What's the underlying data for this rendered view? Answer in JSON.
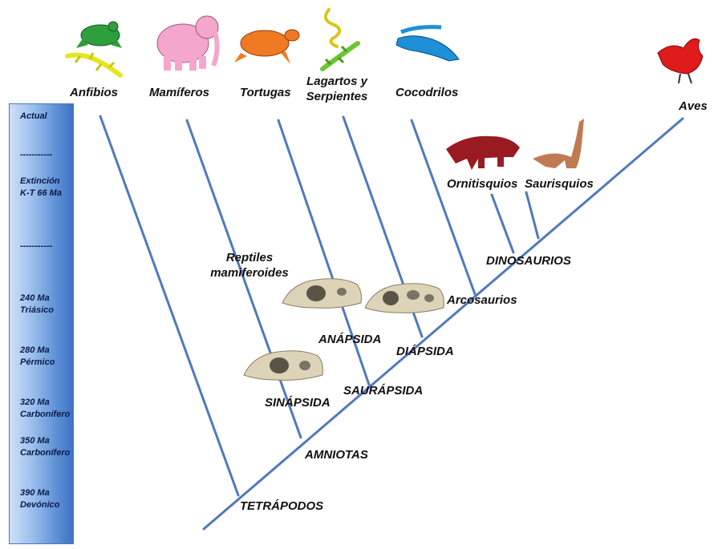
{
  "timeline": {
    "items": [
      {
        "text": "Actual"
      },
      {
        "text": "-----------"
      },
      {
        "text": "Extinción\nK-T 66 Ma"
      },
      {
        "text": "-----------"
      },
      {
        "text": "240 Ma\nTriásico"
      },
      {
        "text": "280 Ma\nPérmico"
      },
      {
        "text": "320 Ma\nCarbonífero"
      },
      {
        "text": "350 Ma\nCarbonífero"
      },
      {
        "text": "390 Ma\nDevónico"
      }
    ]
  },
  "taxa": {
    "anfibios": "Anfibios",
    "mamiferos": "Mamíferos",
    "tortugas": "Tortugas",
    "lagartos": "Lagartos y\nSerpientes",
    "cocodrilos": "Cocodrilos",
    "aves": "Aves",
    "ornitisquios": "Ornitisquios",
    "saurisquios": "Saurisquios"
  },
  "clades": {
    "tetrapodos": "TETRÁPODOS",
    "amniotas": "AMNIOTAS",
    "sinapsida": "SINÁPSIDA",
    "saurapsida": "SAURÁPSIDA",
    "anapsida": "ANÁPSIDA",
    "diapsida": "DIÁPSIDA",
    "arcosaurios": "Arcosaurios",
    "dinosaurios": "DINOSAURIOS",
    "reptiles_mamiferoides": "Reptiles\nmamiferoides"
  },
  "colors": {
    "branch": "#4f79bd",
    "frog": "#2f9e3c",
    "salamander": "#e6e61e",
    "elephant": "#f4a6cc",
    "turtle": "#f07a22",
    "snake": "#d8c61a",
    "lizard": "#6cc531",
    "crocodile": "#1e8fd8",
    "rooster": "#e01b1b",
    "triceratops": "#9a1a22",
    "sauropod": "#c07a52",
    "skull": "#ddd3b8"
  },
  "icons": [
    "frog-icon",
    "salamander-icon",
    "elephant-icon",
    "turtle-icon",
    "snake-icon",
    "lizard-icon",
    "crocodile-icon",
    "rooster-icon",
    "triceratops-icon",
    "sauropod-icon",
    "skull-icon"
  ]
}
